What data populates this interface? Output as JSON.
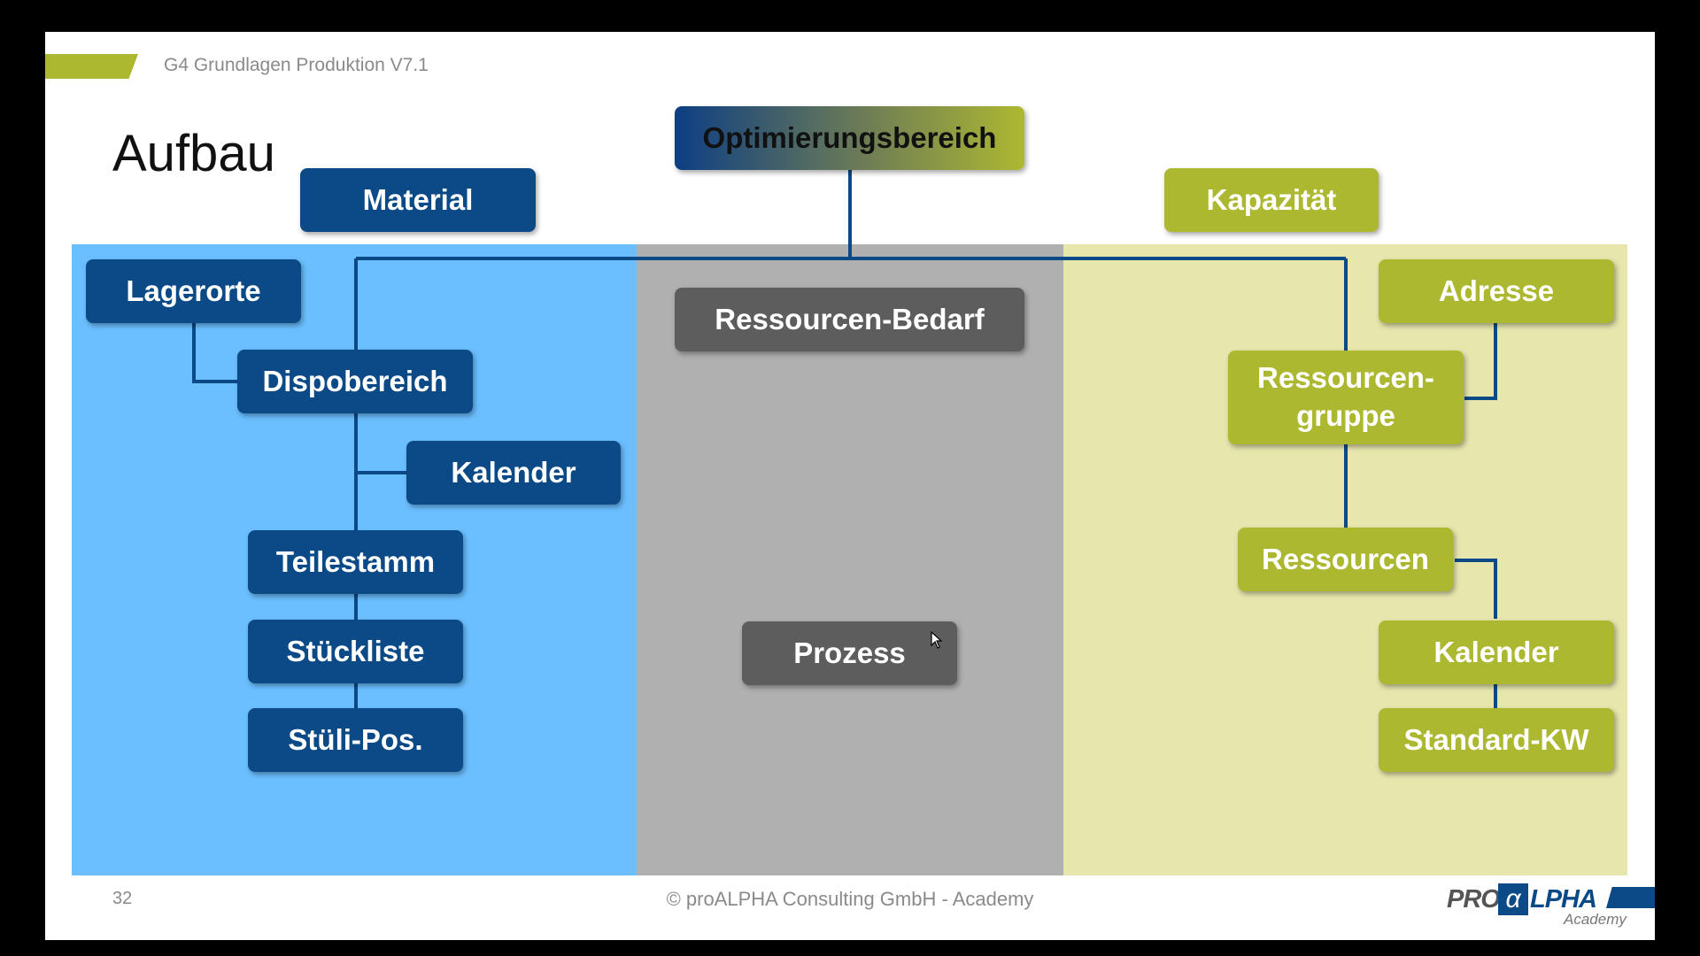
{
  "header": {
    "course_title": "G4 Grundlagen Produktion V7.1",
    "slide_title": "Aufbau"
  },
  "diagram": {
    "top": "Optimierungsbereich",
    "material": {
      "heading": "Material",
      "lagerorte": "Lagerorte",
      "dispobereich": "Dispobereich",
      "kalender": "Kalender",
      "teilestamm": "Teilestamm",
      "stueckliste": "Stückliste",
      "stueli_pos": "Stüli-Pos."
    },
    "process": {
      "ressourcen_bedarf": "Ressourcen-Bedarf",
      "prozess": "Prozess"
    },
    "kapazitaet": {
      "heading": "Kapazität",
      "adresse": "Adresse",
      "ressourcengruppe": "Ressourcen-\ngruppe",
      "ressourcen": "Ressourcen",
      "kalender": "Kalender",
      "standard_kw": "Standard-KW"
    },
    "colors": {
      "dark_blue": "#0b4a87",
      "light_blue_panel": "#6bbfff",
      "gray_box": "#5d5d5d",
      "gray_panel": "#b0b0b0",
      "olive_green": "#adb831",
      "green_panel": "#e6e6ad"
    }
  },
  "footer": {
    "page_number": "32",
    "copyright": "© proALPHA Consulting GmbH - Academy",
    "logo": {
      "pro": "PRO",
      "alpha": "α",
      "lpha": "LPHA",
      "academy": "Academy"
    }
  }
}
